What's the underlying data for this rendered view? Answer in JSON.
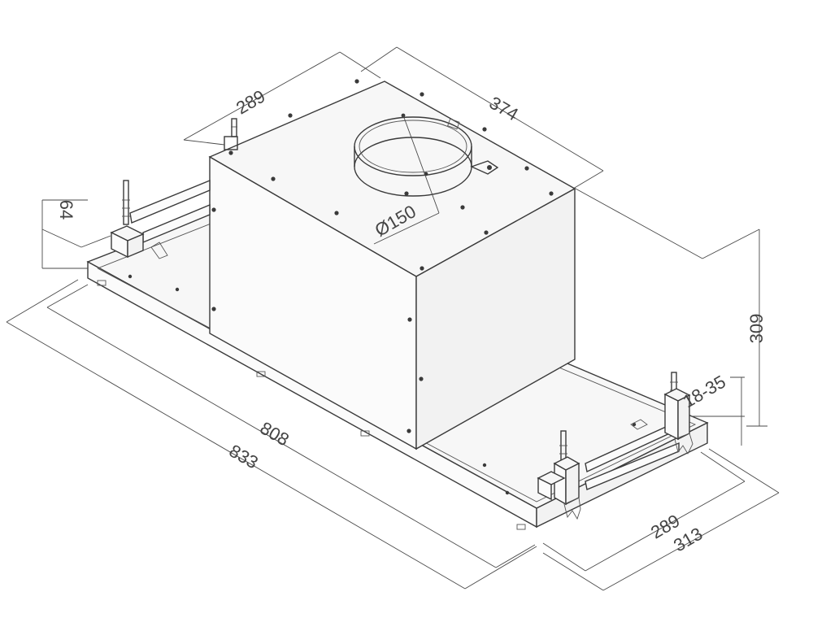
{
  "drawing": {
    "accent_color": "#3a3a3a",
    "dimensions": {
      "top_depth": "289",
      "top_width": "374",
      "outlet_diameter": "Ø150",
      "bracket_height": "64",
      "body_height": "309",
      "adjustment_range": "18-35",
      "inner_width": "808",
      "outer_width": "833",
      "inner_depth": "289",
      "outer_depth": "313"
    }
  }
}
